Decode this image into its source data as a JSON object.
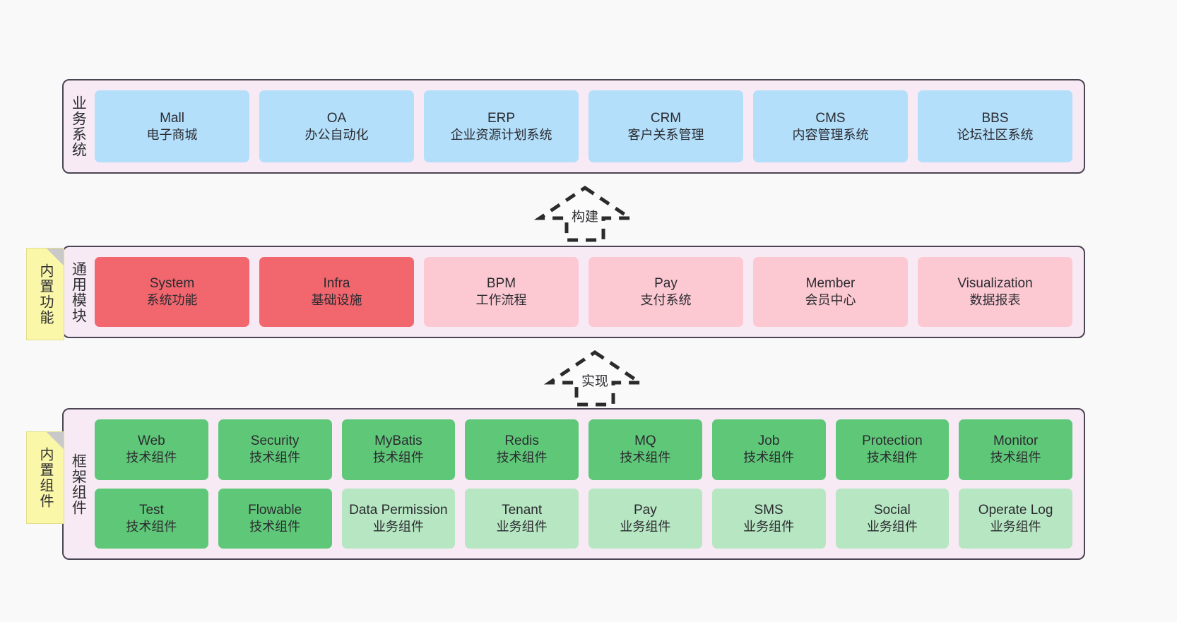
{
  "diagram": {
    "background_color": "#F9F9F9",
    "container_color": "#F7EAF4",
    "border_color": "#4A4453"
  },
  "notes": [
    {
      "label": "内置功能",
      "color": "#FAF7A8"
    },
    {
      "label": "内置组件",
      "color": "#FAF7A8"
    }
  ],
  "connectors": [
    {
      "label": "构建",
      "style": "dashed-block-arrow-up"
    },
    {
      "label": "实现",
      "style": "dashed-block-arrow-up"
    }
  ],
  "layers": [
    {
      "title": "业务系统",
      "accent": "#B3DFFB",
      "nodes": [
        {
          "en": "Mall",
          "cn": "电子商城"
        },
        {
          "en": "OA",
          "cn": "办公自动化"
        },
        {
          "en": "ERP",
          "cn": "企业资源计划系统"
        },
        {
          "en": "CRM",
          "cn": "客户关系管理"
        },
        {
          "en": "CMS",
          "cn": "内容管理系统"
        },
        {
          "en": "BBS",
          "cn": "论坛社区系统"
        }
      ]
    },
    {
      "title": "通用模块",
      "accent": "#F2666E",
      "nodes": [
        {
          "en": "System",
          "cn": "系统功能",
          "color": "#F2666E"
        },
        {
          "en": "Infra",
          "cn": "基础设施",
          "color": "#F2666E"
        },
        {
          "en": "BPM",
          "cn": "工作流程",
          "color": "#FCC9D3"
        },
        {
          "en": "Pay",
          "cn": "支付系统",
          "color": "#FCC9D3"
        },
        {
          "en": "Member",
          "cn": "会员中心",
          "color": "#FCC9D3"
        },
        {
          "en": "Visualization",
          "cn": "数据报表",
          "color": "#FCC9D3"
        }
      ]
    },
    {
      "title": "框架组件",
      "accent": "#5FC878",
      "rows": [
        [
          {
            "en": "Web",
            "cn": "技术组件",
            "color": "#5FC878"
          },
          {
            "en": "Security",
            "cn": "技术组件",
            "color": "#5FC878"
          },
          {
            "en": "MyBatis",
            "cn": "技术组件",
            "color": "#5FC878"
          },
          {
            "en": "Redis",
            "cn": "技术组件",
            "color": "#5FC878"
          },
          {
            "en": "MQ",
            "cn": "技术组件",
            "color": "#5FC878"
          },
          {
            "en": "Job",
            "cn": "技术组件",
            "color": "#5FC878"
          },
          {
            "en": "Protection",
            "cn": "技术组件",
            "color": "#5FC878"
          },
          {
            "en": "Monitor",
            "cn": "技术组件",
            "color": "#5FC878"
          }
        ],
        [
          {
            "en": "Test",
            "cn": "技术组件",
            "color": "#5FC878"
          },
          {
            "en": "Flowable",
            "cn": "技术组件",
            "color": "#5FC878"
          },
          {
            "en": "Data Permission",
            "cn": "业务组件",
            "color": "#B6E6C2"
          },
          {
            "en": "Tenant",
            "cn": "业务组件",
            "color": "#B6E6C2"
          },
          {
            "en": "Pay",
            "cn": "业务组件",
            "color": "#B6E6C2"
          },
          {
            "en": "SMS",
            "cn": "业务组件",
            "color": "#B6E6C2"
          },
          {
            "en": "Social",
            "cn": "业务组件",
            "color": "#B6E6C2"
          },
          {
            "en": "Operate Log",
            "cn": "业务组件",
            "color": "#B6E6C2"
          }
        ]
      ]
    }
  ]
}
